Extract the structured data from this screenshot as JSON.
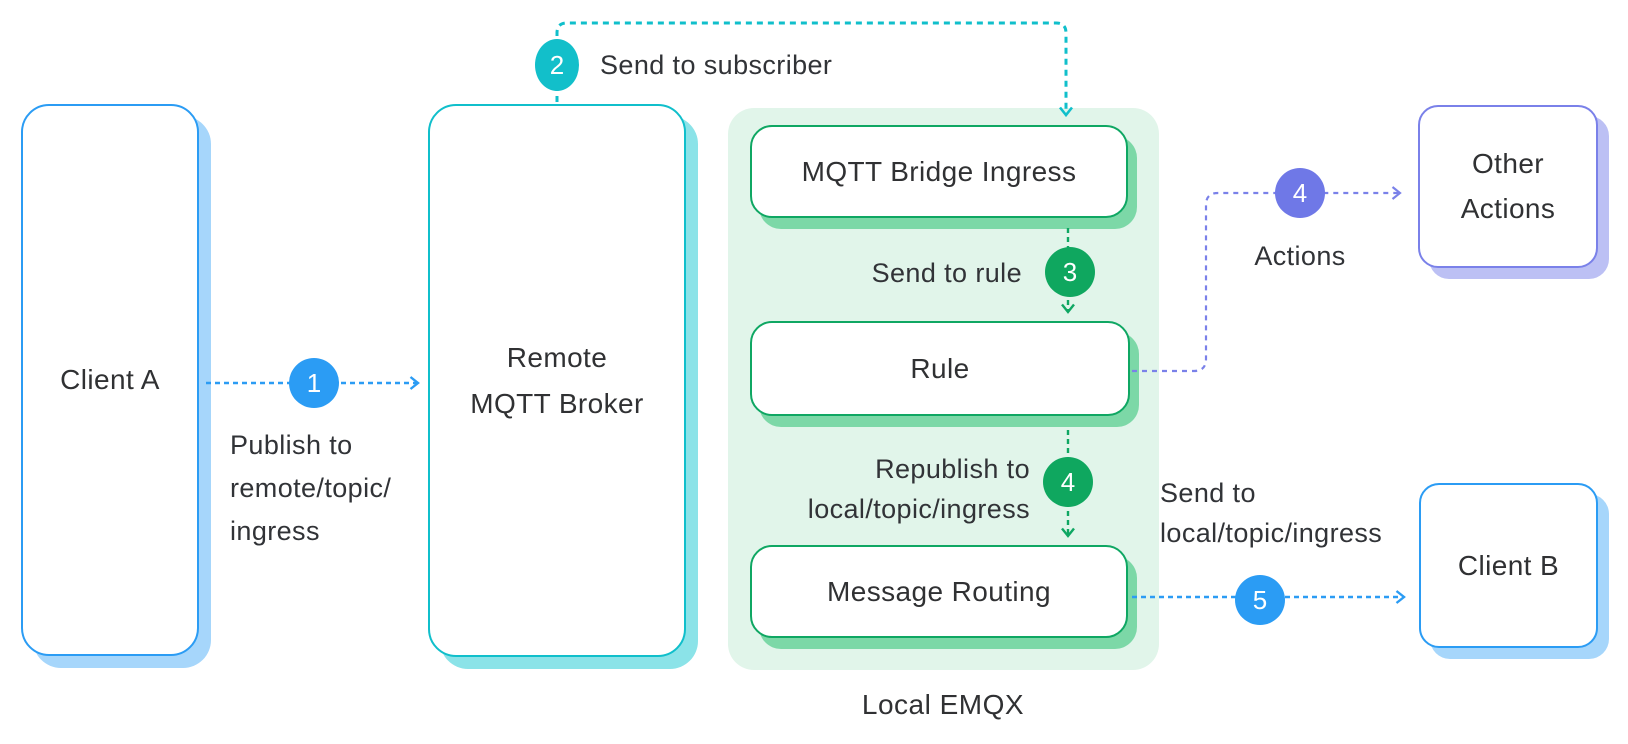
{
  "nodes": {
    "client_a": {
      "label": "Client A"
    },
    "remote_broker": {
      "lines": [
        "Remote",
        "MQTT Broker"
      ]
    },
    "bridge_ingress": {
      "label": "MQTT Bridge Ingress"
    },
    "rule": {
      "label": "Rule"
    },
    "message_routing": {
      "label": "Message Routing"
    },
    "other_actions": {
      "lines": [
        "Other",
        "Actions"
      ]
    },
    "client_b": {
      "label": "Client B"
    },
    "local_emqx_caption": "Local EMQX"
  },
  "steps": [
    {
      "number": "1",
      "lines": [
        "Publish to",
        "remote/topic/",
        "ingress"
      ]
    },
    {
      "number": "2",
      "lines": [
        "Send to subscriber"
      ]
    },
    {
      "number": "3",
      "lines": [
        "Send to rule"
      ]
    },
    {
      "number": "4",
      "lines": [
        "Republish to",
        "local/topic/ingress"
      ]
    },
    {
      "number": "4",
      "lines": [
        "Actions"
      ]
    },
    {
      "number": "5",
      "lines": [
        "Send to",
        "local/topic/ingress"
      ]
    }
  ],
  "colors": {
    "blue": "#2B9CF4",
    "blue_shadow": "#A6D6FB",
    "teal": "#10BFCB",
    "teal_circle": "#12BFCA",
    "teal_shadow": "#8BE3E8",
    "green": "#0FA763",
    "green_circle": "#0FA75F",
    "green_shadow": "#7CD8A7",
    "green_container_bg": "#E1F5EA",
    "purple": "#7A81E9",
    "purple_circle": "#6F78E7",
    "purple_shadow": "#BCC0F4",
    "text": "#303133"
  }
}
